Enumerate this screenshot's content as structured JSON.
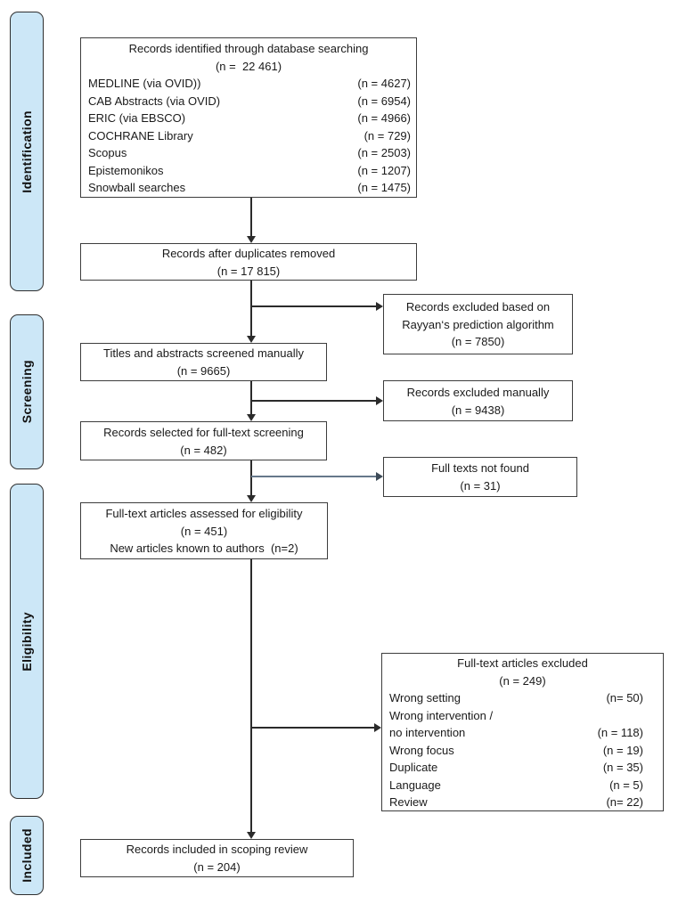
{
  "stages": [
    {
      "label": "Identification"
    },
    {
      "label": "Screening"
    },
    {
      "label": "Eligibility"
    },
    {
      "label": "Included"
    }
  ],
  "boxes": {
    "identified": {
      "title": "Records identified through database searching",
      "count": "(n =  22 461)",
      "rows": [
        {
          "label": "MEDLINE (via OVID))",
          "value": "(n = 4627)"
        },
        {
          "label": "CAB Abstracts (via OVID)",
          "value": "(n = 6954)"
        },
        {
          "label": "ERIC (via EBSCO)",
          "value": "(n = 4966)"
        },
        {
          "label": "COCHRANE Library",
          "value": "(n = 729)"
        },
        {
          "label": "Scopus",
          "value": "(n = 2503)"
        },
        {
          "label": "Epistemonikos",
          "value": "(n = 1207)"
        },
        {
          "label": "Snowball searches",
          "value": "(n = 1475)"
        }
      ]
    },
    "duplicates_removed": {
      "lines": [
        "Records after duplicates removed",
        "(n = 17 815)"
      ]
    },
    "rayyan_excluded": {
      "lines": [
        "Records excluded based on",
        "Rayyan‘s prediction algorithm",
        "(n = 7850)"
      ]
    },
    "titles_screened": {
      "lines": [
        "Titles and abstracts screened manually",
        "(n = 9665)"
      ]
    },
    "excluded_manually": {
      "lines": [
        "Records excluded manually",
        "(n = 9438)"
      ]
    },
    "fulltext_selected": {
      "lines": [
        "Records selected for full-text screening",
        "(n = 482)"
      ]
    },
    "fulltext_not_found": {
      "lines": [
        "Full texts not found",
        "(n = 31)"
      ]
    },
    "assessed": {
      "lines": [
        "Full-text articles assessed for eligibility",
        "(n = 451)",
        "New articles known to authors  (n=2)"
      ]
    },
    "fulltext_excluded": {
      "title": "Full-text articles excluded",
      "count": "(n = 249)",
      "rows": [
        {
          "label": "Wrong setting",
          "value": "(n= 50)"
        },
        {
          "label": "Wrong intervention /",
          "value": ""
        },
        {
          "label": "no intervention",
          "value": "(n = 118)"
        },
        {
          "label": "Wrong focus",
          "value": "(n = 19)"
        },
        {
          "label": "Duplicate",
          "value": "(n = 35)"
        },
        {
          "label": "Language",
          "value": "(n = 5)"
        },
        {
          "label": "Review",
          "value": "(n= 22)"
        }
      ]
    },
    "included_final": {
      "lines": [
        "Records included in scoping review",
        "(n = 204)"
      ]
    }
  },
  "colors": {
    "stage_fill": "#cce7f7",
    "stage_border": "#2f2f2f",
    "box_border": "#3d3d3d",
    "arrow": "#2b2b2b",
    "not_found_arrow": "#66788a",
    "text": "#1a1a1a",
    "background": "#ffffff"
  }
}
